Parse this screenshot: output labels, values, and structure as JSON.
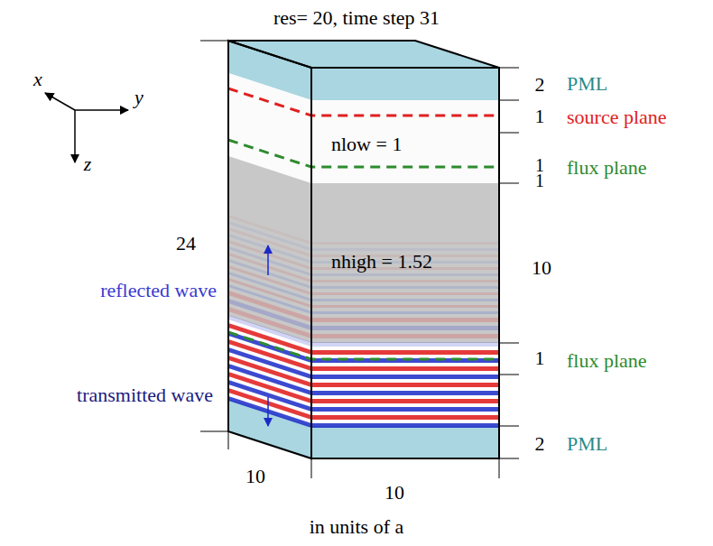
{
  "diagram": {
    "title": "res= 20, time step 31",
    "caption": "in units of a",
    "labels": [
      "x",
      "y",
      "z",
      "24",
      "reflected wave",
      "transmitted wave",
      "10",
      "10",
      "2",
      "PML",
      "1",
      "source plane",
      "nlow = 1",
      "1",
      "flux plane",
      "1",
      "nhigh = 1.52",
      "10",
      "1",
      "flux plane",
      "2",
      "PML"
    ]
  }
}
